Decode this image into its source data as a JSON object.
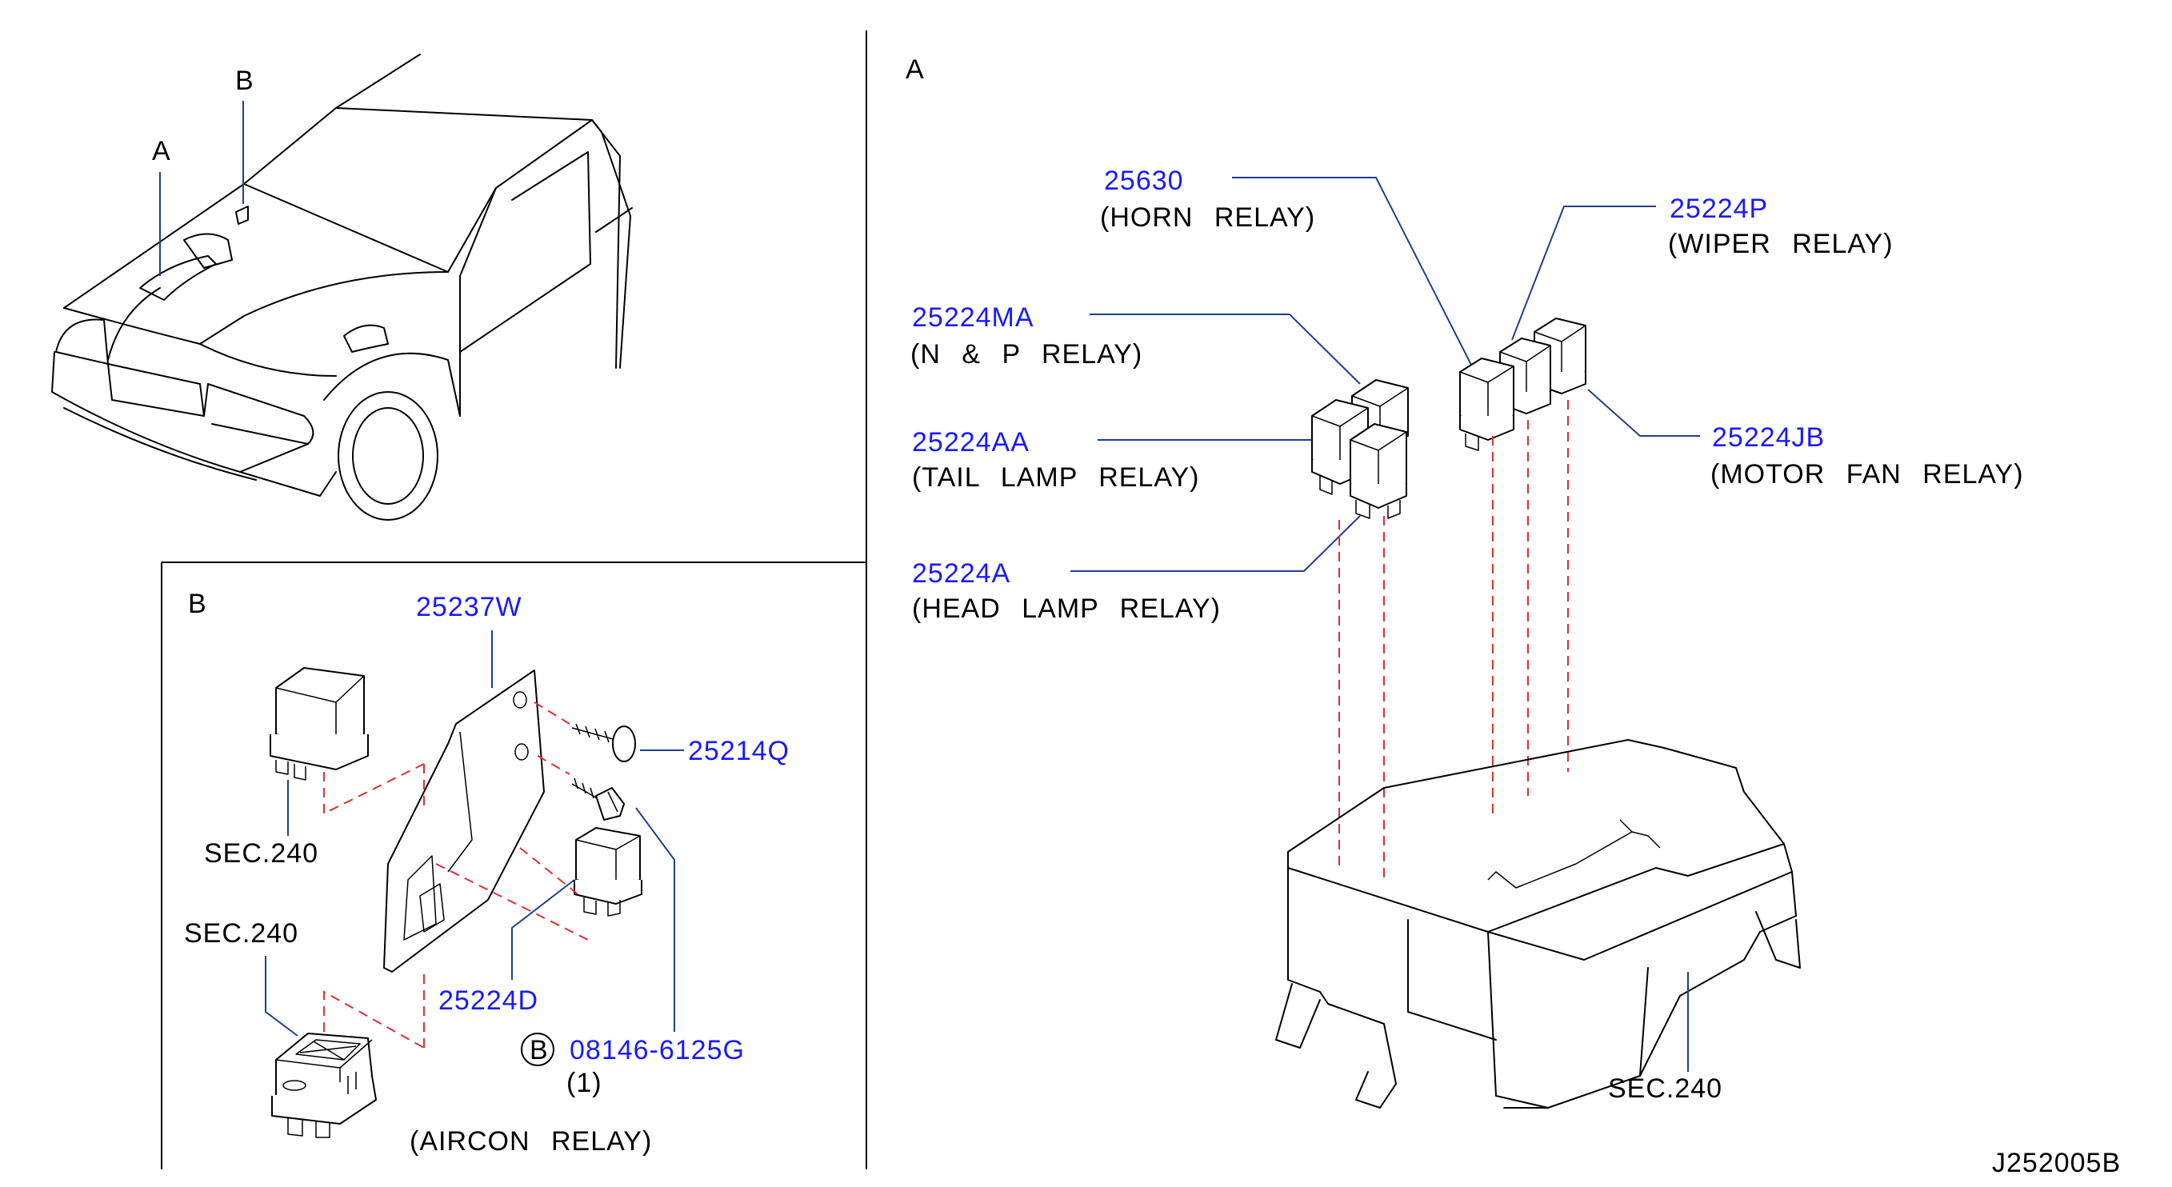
{
  "overview": {
    "label_a": "A",
    "label_b": "B"
  },
  "section_a": {
    "title": "A",
    "parts": [
      {
        "number": "25630",
        "name": "(HORN  RELAY)"
      },
      {
        "number": "25224P",
        "name": "(WIPER  RELAY)"
      },
      {
        "number": "25224MA",
        "name": "(N  &  P  RELAY)"
      },
      {
        "number": "25224AA",
        "name": "(TAIL  LAMP  RELAY)"
      },
      {
        "number": "25224JB",
        "name": "(MOTOR  FAN  RELAY)"
      },
      {
        "number": "25224A",
        "name": "(HEAD  LAMP  RELAY)"
      }
    ],
    "box_ref": "SEC.240"
  },
  "section_b": {
    "title": "B",
    "bracket": "25237W",
    "clip": "25214Q",
    "relay_top_ref": "SEC.240",
    "relay_bottom_ref": "SEC.240",
    "relay_d": "25224D",
    "bolt_circle": "B",
    "bolt": "08146-6125G",
    "bolt_qty": "(1)",
    "aircon": "(AIRCON  RELAY)"
  },
  "diagram_id": "J252005B",
  "colors": {
    "part_number": "#1a1aff",
    "leader": "#1f3f8f",
    "alignment_dash": "#e03030",
    "ink": "#000000"
  }
}
